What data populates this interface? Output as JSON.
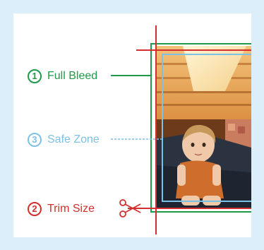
{
  "colors": {
    "background": "#dbeefa",
    "full_bleed": "#1f9a4a",
    "safe_zone": "#7cc1e6",
    "trim_size": "#d32f2f",
    "crop_mark": "#d32f2f"
  },
  "labels": {
    "full_bleed": {
      "number": "1",
      "text": "Full Bleed"
    },
    "safe_zone": {
      "number": "3",
      "text": "Safe Zone"
    },
    "trim_size": {
      "number": "2",
      "text": "Trim Size"
    }
  },
  "icons": {
    "trim": "scissors-icon",
    "photo": "child-on-couch-photo"
  }
}
